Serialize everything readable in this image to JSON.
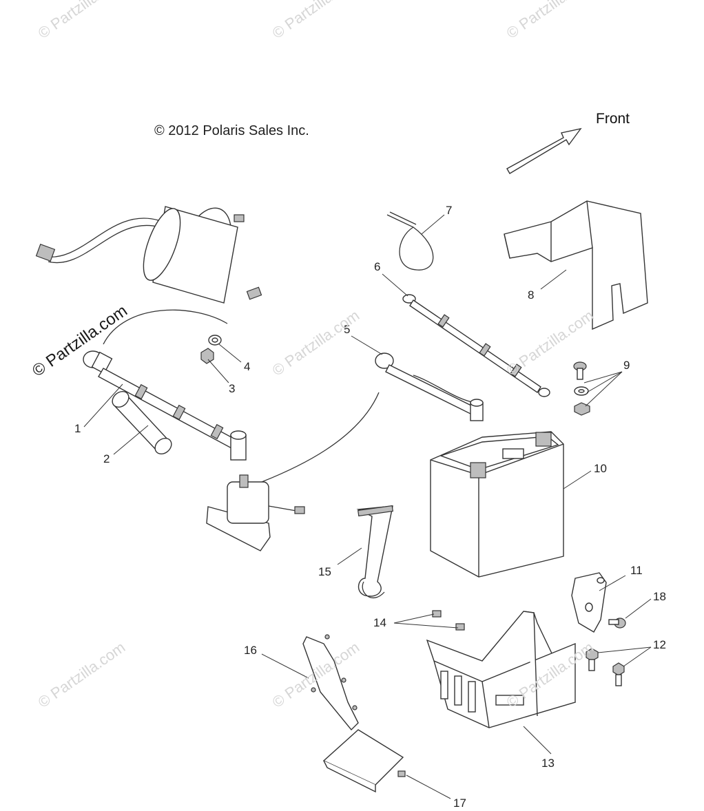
{
  "copyright": "© 2012 Polaris Sales Inc.",
  "direction_label": "Front",
  "watermark": "© Partzilla.com",
  "watermark_featured": "© Partzilla.com",
  "callouts": [
    "1",
    "2",
    "3",
    "4",
    "5",
    "6",
    "7",
    "8",
    "9",
    "10",
    "11",
    "12",
    "13",
    "14",
    "15",
    "16",
    "17",
    "18"
  ],
  "parts": [
    {
      "id": "1",
      "name": "starter-cable"
    },
    {
      "id": "2",
      "name": "cable-boot"
    },
    {
      "id": "3",
      "name": "nut"
    },
    {
      "id": "4",
      "name": "washer"
    },
    {
      "id": "5",
      "name": "ground-cable"
    },
    {
      "id": "6",
      "name": "battery-cable"
    },
    {
      "id": "7",
      "name": "cable-tie"
    },
    {
      "id": "8",
      "name": "battery-cover"
    },
    {
      "id": "9",
      "name": "bolt-washer-nut-set"
    },
    {
      "id": "10",
      "name": "battery"
    },
    {
      "id": "11",
      "name": "bracket"
    },
    {
      "id": "12",
      "name": "screws"
    },
    {
      "id": "13",
      "name": "battery-box"
    },
    {
      "id": "14",
      "name": "clips"
    },
    {
      "id": "15",
      "name": "battery-strap"
    },
    {
      "id": "16",
      "name": "mounting-bracket"
    },
    {
      "id": "17",
      "name": "screw"
    },
    {
      "id": "18",
      "name": "bolt"
    }
  ]
}
